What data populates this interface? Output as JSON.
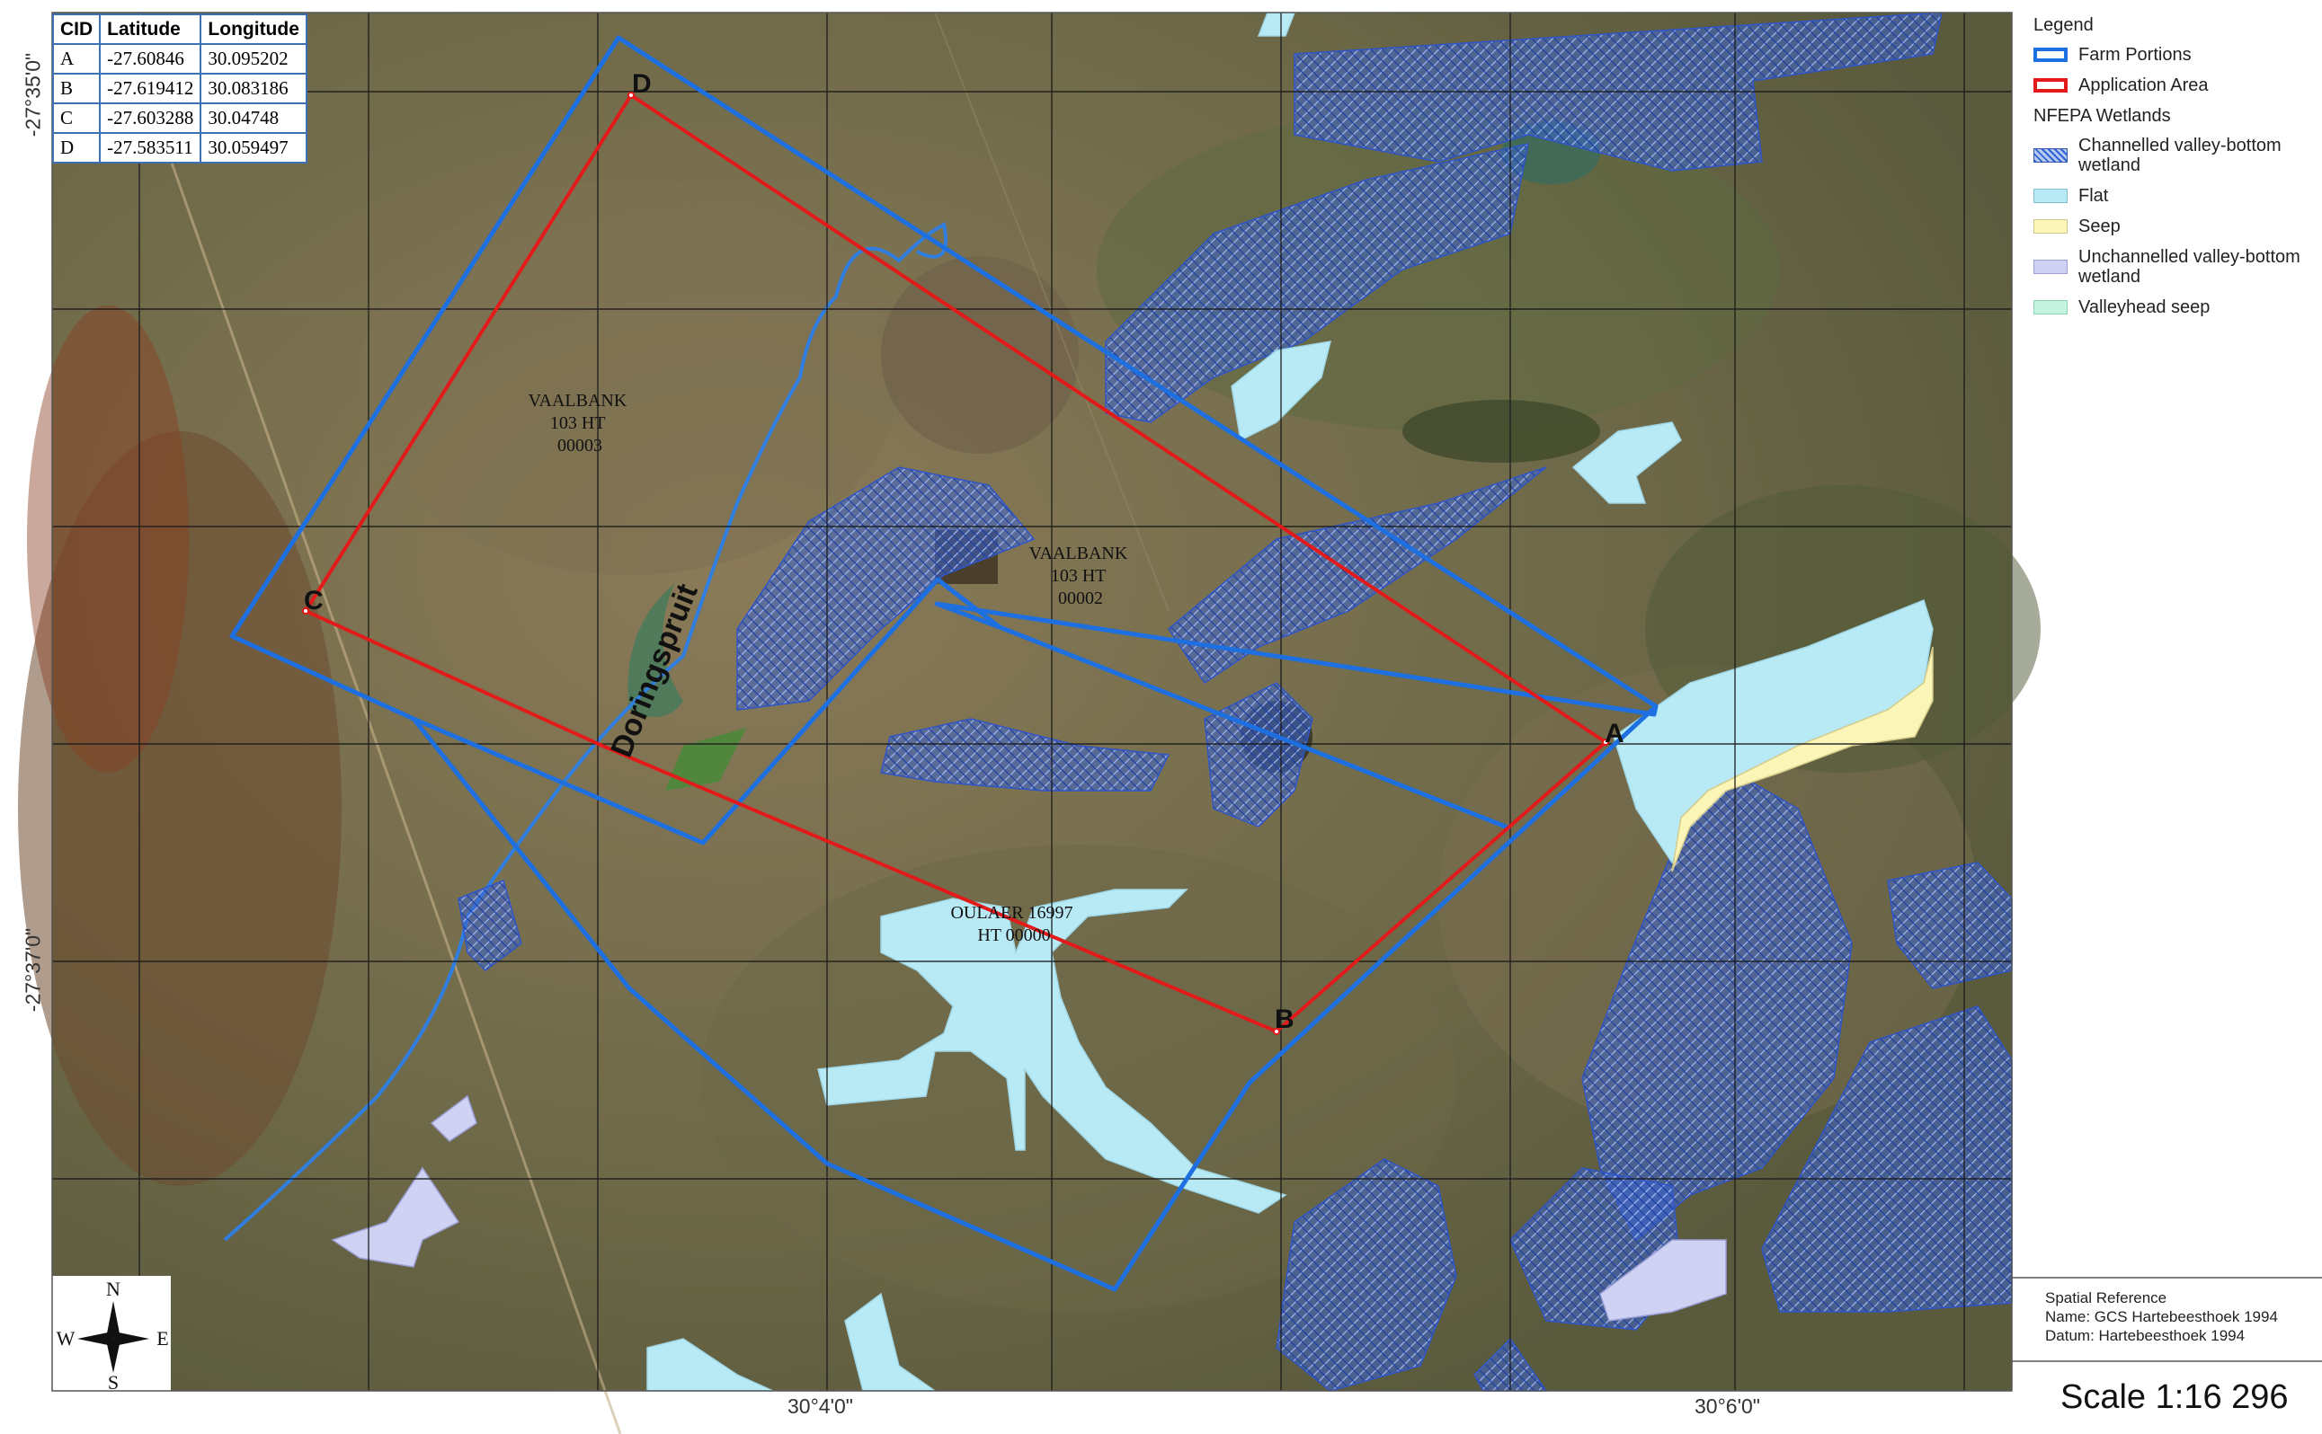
{
  "coordinate_table": {
    "headers": [
      "CID",
      "Latitude",
      "Longitude"
    ],
    "rows": [
      [
        "A",
        "-27.60846",
        "30.095202"
      ],
      [
        "B",
        "-27.619412",
        "30.083186"
      ],
      [
        "C",
        "-27.603288",
        "30.04748"
      ],
      [
        "D",
        "-27.583511",
        "30.059497"
      ]
    ]
  },
  "legend": {
    "title": "Legend",
    "farm_portions": "Farm Portions",
    "application_area": "Application Area",
    "group": "NFEPA Wetlands",
    "channelled_1": "Channelled valley-bottom",
    "channelled_2": "wetland",
    "flat": "Flat",
    "seep": "Seep",
    "unchannelled_1": "Unchannelled valley-bottom",
    "unchannelled_2": "wetland",
    "valleyhead_seep": "Valleyhead seep"
  },
  "map_labels": {
    "farm1_l1": "VAALBANK",
    "farm1_l2": "103 HT",
    "farm1_l3": "00003",
    "farm2_l1": "VAALBANK",
    "farm2_l2": "103 HT",
    "farm2_l3": "00002",
    "farm3_l1": "OULAER 16997",
    "farm3_l2": "HT 00000",
    "river": "Doringspruit",
    "point_a": "A",
    "point_b": "B",
    "point_c": "C",
    "point_d": "D",
    "north": "N",
    "south": "S",
    "east": "E",
    "west": "W"
  },
  "axis": {
    "lat_top": "-27°35'0\"",
    "lat_bottom": "-27°37'0\"",
    "lon_left": "30°4'0\"",
    "lon_right": "30°6'0\""
  },
  "spatial_reference": {
    "title": "Spatial Reference",
    "name": "Name: GCS Hartebeesthoek 1994",
    "datum": "Datum: Hartebeesthoek 1994"
  },
  "scale": "Scale 1:16 296",
  "colors": {
    "farm_portions": "#1e6fe0",
    "application_area": "#e21a1a",
    "channelled_wetland": "#2f63d8",
    "flat": "#b8eaf6",
    "seep": "#fbf5b8",
    "unchannelled": "#d0d2f4",
    "valleyhead_seep": "#c6f3df"
  }
}
